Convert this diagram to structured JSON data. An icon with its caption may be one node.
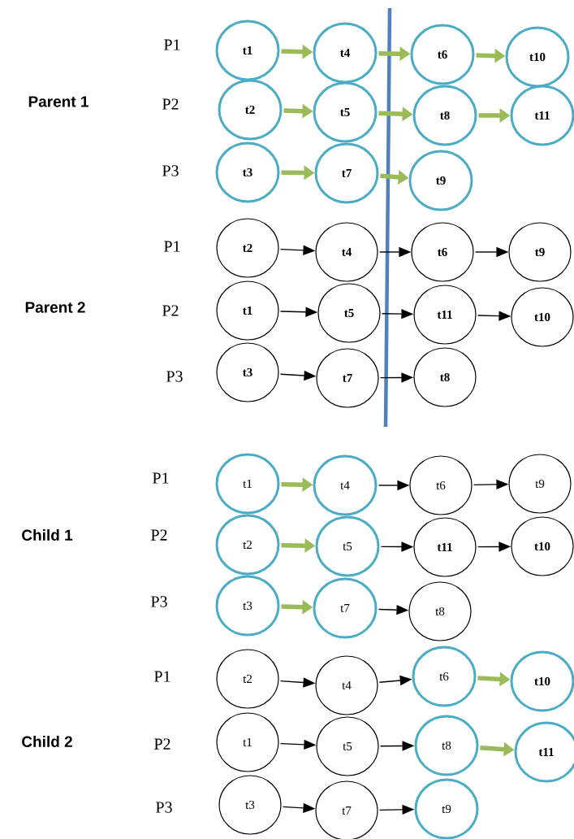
{
  "diagram": {
    "nodes": [
      {
        "text": [
          "t1"
        ]
      },
      {
        "text": [
          "t4"
        ]
      },
      {
        "text": [
          "t6"
        ]
      },
      {
        "text": [
          "t10"
        ]
      },
      {
        "text": [
          "t2"
        ]
      },
      {
        "text": [
          "t5"
        ]
      },
      {
        "text": [
          "t8"
        ]
      },
      {
        "text": [
          "t11"
        ]
      },
      {
        "text": [
          "t3"
        ]
      },
      {
        "text": [
          "t7"
        ]
      },
      {
        "text": [
          "t9"
        ]
      },
      {
        "text": [
          "t2"
        ]
      },
      {
        "text": [
          "t4"
        ]
      },
      {
        "text": [
          "t6"
        ]
      },
      {
        "text": [
          "t9"
        ]
      },
      {
        "text": [
          "t1"
        ]
      },
      {
        "text": [
          "t5"
        ]
      },
      {
        "text": [
          "t11"
        ]
      },
      {
        "text": [
          "t10"
        ]
      },
      {
        "text": [
          "t3"
        ]
      },
      {
        "text": [
          "t7"
        ]
      },
      {
        "text": [
          "t8"
        ]
      },
      {
        "text": [
          "t1"
        ]
      },
      {
        "text": [
          "t4"
        ]
      },
      {
        "text": [
          "t6"
        ]
      },
      {
        "text": [
          "t9"
        ]
      },
      {
        "text": [
          "t2"
        ]
      },
      {
        "text": [
          "t5"
        ]
      },
      {
        "text": [
          "t11"
        ]
      },
      {
        "text": [
          "t10"
        ]
      },
      {
        "text": [
          "t3"
        ]
      },
      {
        "text": [
          "t7"
        ]
      },
      {
        "text": [
          "t8"
        ]
      },
      {
        "text": [
          "t2"
        ]
      },
      {
        "text": [
          "t4"
        ]
      },
      {
        "text": [
          "t6"
        ]
      },
      {
        "text": [
          "t10"
        ]
      },
      {
        "text": [
          "t1"
        ]
      },
      {
        "text": [
          "t5"
        ]
      },
      {
        "text": [
          "t8"
        ]
      },
      {
        "text": [
          "t11"
        ]
      },
      {
        "text": [
          "t3"
        ]
      },
      {
        "text": [
          "t7"
        ]
      },
      {
        "text": [
          "t9"
        ]
      }
    ],
    "edges": [
      {
        "from": 0,
        "to": 1,
        "arrow": "to",
        "style": "thick",
        "color": "#9bbb59"
      },
      {
        "from": 1,
        "to": 2,
        "arrow": "to",
        "style": "thick",
        "color": "#9bbb59"
      },
      {
        "from": 2,
        "to": 3,
        "arrow": "to",
        "style": "thick",
        "color": "#9bbb59"
      },
      {
        "from": 4,
        "to": 5,
        "arrow": "to",
        "style": "thick",
        "color": "#9bbb59"
      },
      {
        "from": 5,
        "to": 6,
        "arrow": "to",
        "style": "thick",
        "color": "#9bbb59"
      },
      {
        "from": 6,
        "to": 7,
        "arrow": "to",
        "style": "thick",
        "color": "#9bbb59"
      },
      {
        "from": 8,
        "to": 9,
        "arrow": "to",
        "style": "thick",
        "color": "#9bbb59"
      },
      {
        "from": 9,
        "to": 10,
        "arrow": "to",
        "style": "thick",
        "color": "#9bbb59"
      },
      {
        "from": 11,
        "to": 12,
        "arrow": "to"
      },
      {
        "from": 12,
        "to": 13,
        "arrow": "to"
      },
      {
        "from": 13,
        "to": 14,
        "arrow": "to"
      },
      {
        "from": 15,
        "to": 16,
        "arrow": "to"
      },
      {
        "from": 16,
        "to": 17,
        "arrow": "to"
      },
      {
        "from": 17,
        "to": 18,
        "arrow": "to"
      },
      {
        "from": 19,
        "to": 20,
        "arrow": "to"
      },
      {
        "from": 20,
        "to": 21,
        "arrow": "to"
      },
      {
        "from": 22,
        "to": 23,
        "arrow": "to",
        "style": "thick",
        "color": "#9bbb59"
      },
      {
        "from": 23,
        "to": 24,
        "arrow": "to"
      },
      {
        "from": 24,
        "to": 25,
        "arrow": "to"
      },
      {
        "from": 26,
        "to": 27,
        "arrow": "to",
        "style": "thick",
        "color": "#9bbb59"
      },
      {
        "from": 27,
        "to": 28,
        "arrow": "to"
      },
      {
        "from": 28,
        "to": 29,
        "arrow": "to"
      },
      {
        "from": 30,
        "to": 31,
        "arrow": "to",
        "style": "thick",
        "color": "#9bbb59"
      },
      {
        "from": 31,
        "to": 32,
        "arrow": "to"
      },
      {
        "from": 33,
        "to": 34,
        "arrow": "to"
      },
      {
        "from": 34,
        "to": 35,
        "arrow": "to"
      },
      {
        "from": 35,
        "to": 36,
        "arrow": "to",
        "style": "thick",
        "color": "#9bbb59"
      },
      {
        "from": 37,
        "to": 38,
        "arrow": "to"
      },
      {
        "from": 38,
        "to": 39,
        "arrow": "to"
      },
      {
        "from": 39,
        "to": 40,
        "arrow": "to",
        "style": "thick",
        "color": "#9bbb59"
      },
      {
        "from": 41,
        "to": 42,
        "arrow": "to"
      },
      {
        "from": 42,
        "to": 43,
        "arrow": "to"
      }
    ],
    "labels": [
      "P1",
      "Parent 1",
      "P2",
      "P3",
      "P1",
      "Parent 2",
      "P2",
      "P3",
      "P1",
      "Child 1",
      "P2",
      "P3",
      "P1",
      "Child 2",
      "P2",
      "P3"
    ]
  }
}
